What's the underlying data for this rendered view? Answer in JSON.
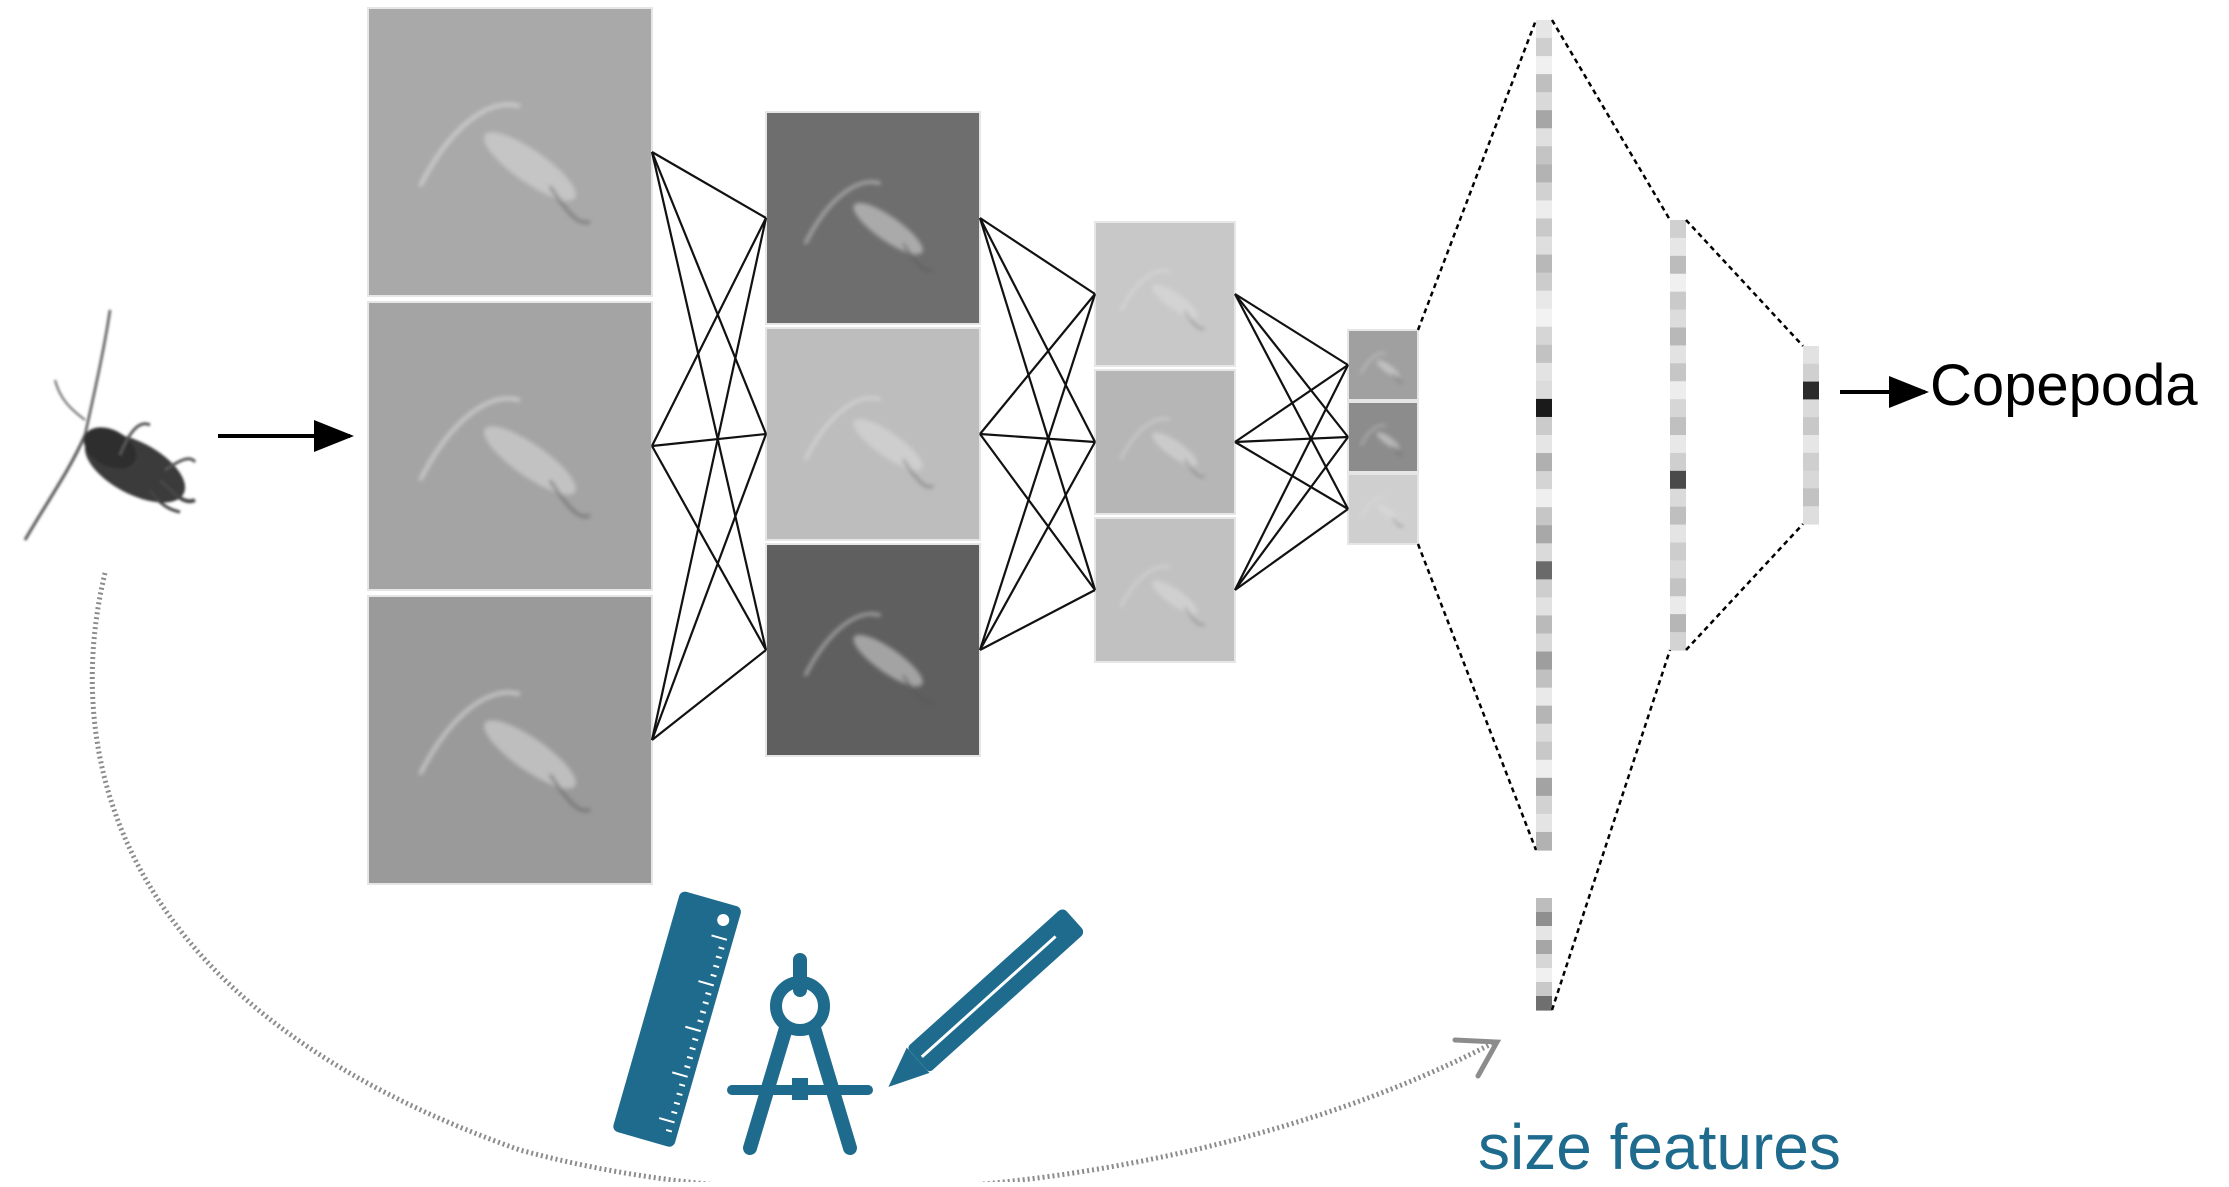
{
  "diagram": {
    "output_class": "Copepoda",
    "size_features_label": "size features",
    "colors": {
      "accent": "#1f6b8e",
      "line": "#111111",
      "gray_arrow": "#8c8c8c",
      "feature_map_bg": "#a6a6a6"
    },
    "layers": [
      {
        "name": "conv-layer-1",
        "maps": 3,
        "tones": [
          "#a9a9a9",
          "#a4a4a4",
          "#9a9a9a"
        ]
      },
      {
        "name": "conv-layer-2",
        "maps": 3,
        "tones": [
          "#6e6e6e",
          "#bdbdbd",
          "#5f5f5f"
        ]
      },
      {
        "name": "conv-layer-3",
        "maps": 3,
        "tones": [
          "#c8c8c8",
          "#b6b6b6",
          "#c1c1c1"
        ]
      },
      {
        "name": "conv-layer-4",
        "maps": 3,
        "tones": [
          "#a0a0a0",
          "#8c8c8c",
          "#cfcfcf"
        ]
      }
    ],
    "vectors": {
      "flatten": [
        "#e6e6e6",
        "#cfcfcf",
        "#f0f0f0",
        "#bfbfbf",
        "#d9d9d9",
        "#a6a6a6",
        "#e0e0e0",
        "#c4c4c4",
        "#b3b3b3",
        "#d1d1d1",
        "#ededed",
        "#c9c9c9",
        "#dedede",
        "#b8b8b8",
        "#cccccc",
        "#e8e8e8",
        "#f2f2f2",
        "#d6d6d6",
        "#c2c2c2",
        "#e3e3e3",
        "#dcdcdc",
        "#1a1a1a",
        "#cbcbcb",
        "#e5e5e5",
        "#b0b0b0",
        "#d4d4d4",
        "#efefef",
        "#c6c6c6",
        "#a8a8a8",
        "#dadada",
        "#6a6a6a",
        "#cecece",
        "#e1e1e1",
        "#bababa",
        "#d8d8d8",
        "#9e9e9e",
        "#c0c0c0",
        "#e9e9e9",
        "#b5b5b5",
        "#dbdbdb",
        "#c8c8c8",
        "#eeeeee",
        "#a3a3a3",
        "#d2d2d2",
        "#e4e4e4",
        "#b2b2b2"
      ],
      "hidden": [
        "#d0d0d0",
        "#e6e6e6",
        "#bcbcbc",
        "#f0f0f0",
        "#cacaca",
        "#dcdcdc",
        "#b8b8b8",
        "#e2e2e2",
        "#c6c6c6",
        "#ededed",
        "#d6d6d6",
        "#c0c0c0",
        "#e8e8e8",
        "#cfcfcf",
        "#4a4a4a",
        "#dadada",
        "#bfbfbf",
        "#e4e4e4",
        "#cdcdcd",
        "#d9d9d9",
        "#c3c3c3",
        "#eaeaea",
        "#b6b6b6",
        "#d3d3d3"
      ],
      "output": [
        "#e2e2e2",
        "#d0d0d0",
        "#2a2a2a",
        "#dadada",
        "#c8c8c8",
        "#e6e6e6",
        "#cfcfcf",
        "#d8d8d8",
        "#c2c2c2",
        "#dedede"
      ],
      "size": [
        "#bdbdbd",
        "#8f8f8f",
        "#e5e5e5",
        "#a6a6a6",
        "#d6d6d6",
        "#f0f0f0",
        "#c9c9c9",
        "#6f6f6f"
      ]
    },
    "tools": [
      "ruler-icon",
      "compass-icon",
      "pencil-icon"
    ]
  }
}
